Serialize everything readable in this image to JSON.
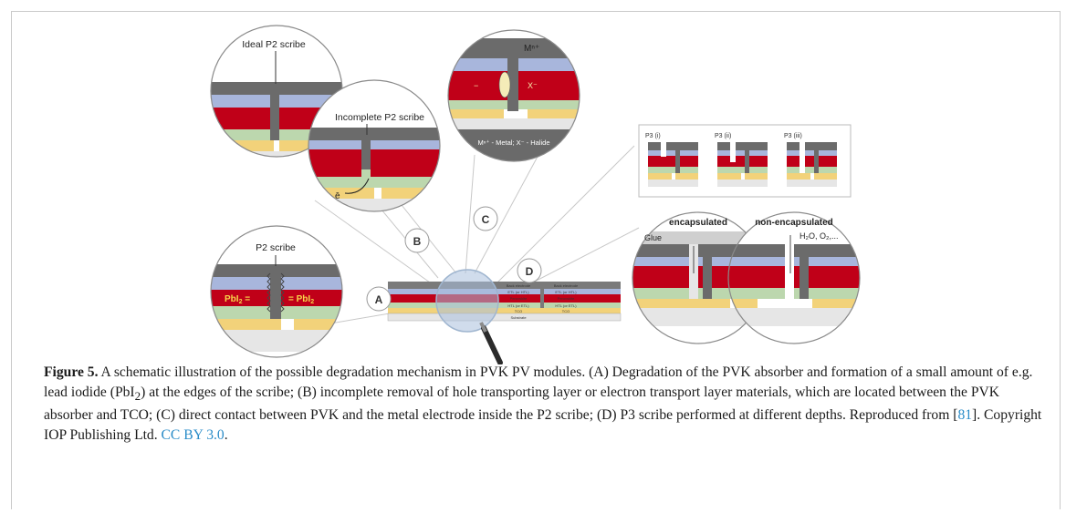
{
  "figure": {
    "callouts": {
      "ideal_p2": "Ideal P2 scribe",
      "incomplete_p2": "Incomplete P2 scribe",
      "electron": "ē",
      "p2_scribe": "P2 scribe",
      "pbi2": "PbI",
      "pbi2_sub": "2",
      "metal_ion": "Mⁿ⁺",
      "x_minus": "X⁻",
      "minus_left": "−",
      "legend_c": "Mⁿ⁺ - Metal; X⁻ - Halide",
      "p3_i": "P3 (i)",
      "p3_ii": "P3 (ii)",
      "p3_iii": "P3 (iii)",
      "encapsulated": "encapsulated",
      "non_encapsulated": "non-encapsulated",
      "glue": "Glue",
      "h2o_o2": "H₂O, O₂,..."
    },
    "letters": [
      "A",
      "B",
      "C",
      "D"
    ],
    "module_layers": [
      "Back electrode",
      "ETL (or HTL)",
      "Perovskite",
      "HTL (or ETL)",
      "TCO",
      "Substrate"
    ]
  },
  "caption": {
    "label": "Figure 5.",
    "text_part1": " A schematic illustration of the possible degradation mechanism in PVK PV modules. (A) Degradation of the PVK absorber and formation of a small amount of e.g. lead iodide (PbI",
    "sub": "2",
    "text_part2": ") at the edges of the scribe; (B) incomplete removal of hole transporting layer or electron transport layer materials, which are located between the PVK absorber and TCO; (C) direct contact between PVK and the metal electrode inside the P2 scribe; (D) P3 scribe performed at different depths. Reproduced from [",
    "ref": "81",
    "text_part3": "]. Copyright IOP Publishing Ltd. ",
    "license": "CC BY 3.0",
    "end": "."
  },
  "colors": {
    "metal": "#6b6b6b",
    "etl": "#a8b6dc",
    "perovskite": "#c00018",
    "htl": "#bcd7ae",
    "tco": "#f2d27a",
    "substrate": "#e6e6e6",
    "link": "#2a8cc8"
  }
}
